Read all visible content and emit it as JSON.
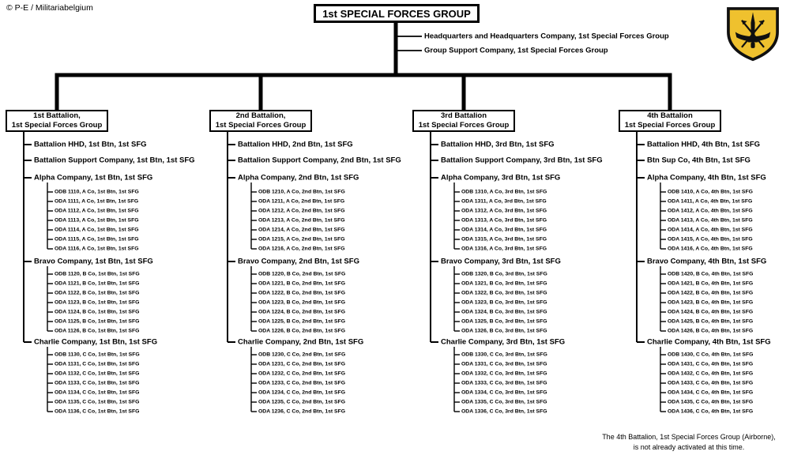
{
  "meta": {
    "copyright": "© P-E / Militariabelgium",
    "note_line1": "The 4th Battalion, 1st Special Forces Group (Airborne),",
    "note_line2": "is not already activated at this time."
  },
  "colors": {
    "flash_gold": "#EFC12E",
    "flash_border": "#101010",
    "connector": "#000000"
  },
  "root": {
    "title": "1st SPECIAL FORCES GROUP",
    "direct_units": [
      "Headquarters and Headquarters Company,  1st Special Forces Group",
      "Group Support Company,  1st Special Forces Group"
    ]
  },
  "battalions": [
    {
      "name_line1": "1st Battalion,",
      "name_line2": "1st Special Forces Group",
      "units": [
        "Battalion HHD,  1st Btn, 1st SFG",
        "Battalion Support Company, 1st Btn,  1st SFG"
      ],
      "companies": [
        {
          "name": "Alpha Company, 1st Btn,  1st SFG",
          "teams": [
            "ODB 1110, A Co, 1st Btn,  1st SFG",
            "ODA 1111, A Co, 1st Btn,  1st SFG",
            "ODA 1112, A Co, 1st Btn,  1st SFG",
            "ODA 1113, A Co, 1st Btn,  1st SFG",
            "ODA 1114, A Co, 1st Btn,  1st SFG",
            "ODA 1115, A Co, 1st Btn,  1st SFG",
            "ODA 1116, A Co, 1st Btn,  1st SFG"
          ]
        },
        {
          "name": "Bravo Company, 1st Btn,  1st SFG",
          "teams": [
            "ODB 1120, B Co, 1st Btn,  1st SFG",
            "ODA 1121, B Co, 1st Btn,  1st SFG",
            "ODA 1122, B Co, 1st Btn,  1st SFG",
            "ODA 1123, B Co, 1st Btn,  1st SFG",
            "ODA 1124, B Co, 1st Btn,  1st SFG",
            "ODA 1125, B Co, 1st Btn,  1st SFG",
            "ODA 1126, B Co, 1st Btn,  1st SFG"
          ]
        },
        {
          "name": "Charlie Company, 1st Btn,  1st SFG",
          "teams": [
            "ODB 1130, C Co, 1st Btn,  1st SFG",
            "ODA 1131, C Co, 1st Btn,  1st SFG",
            "ODA 1132, C Co, 1st Btn,  1st SFG",
            "ODA 1133, C Co, 1st Btn,  1st SFG",
            "ODA 1134, C Co, 1st Btn,  1st SFG",
            "ODA 1135, C Co, 1st Btn,  1st SFG",
            "ODA 1136, C Co, 1st Btn,  1st SFG"
          ]
        }
      ]
    },
    {
      "name_line1": "2nd Battalion,",
      "name_line2": "1st Special Forces Group",
      "units": [
        "Battalion HHD,  2nd Btn, 1st SFG",
        "Battalion Support Company, 2nd Btn,  1st SFG"
      ],
      "companies": [
        {
          "name": "Alpha Company, 2nd Btn,  1st SFG",
          "teams": [
            "ODB 1210, A Co, 2nd Btn,  1st SFG",
            "ODA 1211, A Co, 2nd Btn,  1st SFG",
            "ODA 1212, A Co, 2nd Btn,  1st SFG",
            "ODA 1213, A Co, 2nd Btn,  1st SFG",
            "ODA 1214, A Co, 2nd Btn,  1st SFG",
            "ODA 1215, A Co, 2nd Btn,  1st SFG",
            "ODA 1216, A Co, 2nd Btn,  1st SFG"
          ]
        },
        {
          "name": "Bravo Company, 2nd Btn,  1st SFG",
          "teams": [
            "ODB 1220, B Co, 2nd Btn,  1st SFG",
            "ODA 1221, B Co, 2nd Btn,  1st SFG",
            "ODA 1222, B Co, 2nd Btn,  1st SFG",
            "ODA 1223, B Co, 2nd Btn,  1st SFG",
            "ODA 1224, B Co, 2nd Btn,  1st SFG",
            "ODA 1225, B Co, 2nd Btn,  1st SFG",
            "ODA 1226, B Co, 2nd Btn,  1st SFG"
          ]
        },
        {
          "name": "Charlie Company, 2nd Btn,  1st SFG",
          "teams": [
            "ODB 1230, C Co, 2nd Btn,  1st SFG",
            "ODA 1231, C Co, 2nd Btn,  1st SFG",
            "ODA 1232, C Co, 2nd Btn,  1st SFG",
            "ODA 1233, C Co, 2nd Btn,  1st SFG",
            "ODA 1234, C Co, 2nd Btn,  1st SFG",
            "ODA 1235, C Co, 2nd Btn,  1st SFG",
            "ODA 1236, C Co, 2nd Btn,  1st SFG"
          ]
        }
      ]
    },
    {
      "name_line1": "3rd Battalion",
      "name_line2": "1st Special Forces Group",
      "units": [
        "Battalion HHD,  3rd Btn, 1st SFG",
        "Battalion Support Company, 3rd Btn,  1st SFG"
      ],
      "companies": [
        {
          "name": "Alpha Company, 3rd Btn,  1st SFG",
          "teams": [
            "ODB 1310, A Co, 3rd Btn,  1st SFG",
            "ODA 1311, A Co, 3rd Btn,  1st SFG",
            "ODA 1312, A Co, 3rd Btn,  1st SFG",
            "ODA 1313, A Co, 3rd Btn,  1st SFG",
            "ODA 1314, A Co, 3rd Btn,  1st SFG",
            "ODA 1315, A Co, 3rd Btn,  1st SFG",
            "ODA 1316, A Co, 3rd Btn,  1st SFG"
          ]
        },
        {
          "name": "Bravo Company, 3rd Btn,  1st SFG",
          "teams": [
            "ODB 1320, B Co, 3rd Btn,  1st SFG",
            "ODA 1321, B Co, 3rd Btn,  1st SFG",
            "ODA 1322, B Co, 3rd Btn,  1st SFG",
            "ODA 1323, B Co, 3rd Btn,  1st SFG",
            "ODA 1324, B Co, 3rd Btn,  1st SFG",
            "ODA 1325, B Co, 3rd Btn,  1st SFG",
            "ODA 1326, B Co, 3rd Btn,  1st SFG"
          ]
        },
        {
          "name": "Charlie Company, 3rd Btn,  1st SFG",
          "teams": [
            "ODB 1330, C Co, 3rd Btn,  1st SFG",
            "ODA 1331, C Co, 3rd Btn,  1st SFG",
            "ODA 1332, C Co, 3rd Btn,  1st SFG",
            "ODA 1333, C Co, 3rd Btn,  1st SFG",
            "ODA 1334, C Co, 3rd Btn,  1st SFG",
            "ODA 1335, C Co, 3rd Btn,  1st SFG",
            "ODA 1336, C Co, 3rd Btn,  1st SFG"
          ]
        }
      ]
    },
    {
      "name_line1": "4th Battalion",
      "name_line2": "1st Special Forces Group",
      "units": [
        "Battalion HHD,  4th Btn, 1st SFG",
        "Btn Sup Co, 4th Btn,  1st SFG"
      ],
      "companies": [
        {
          "name": "Alpha Company, 4th Btn,  1st SFG",
          "teams": [
            "ODB 1410, A Co, 4th Btn,  1st SFG",
            "ODA 1411, A Co, 4th Btn,  1st SFG",
            "ODA 1412, A Co, 4th Btn,  1st SFG",
            "ODA 1413, A Co, 4th Btn,  1st SFG",
            "ODA 1414, A Co, 4th Btn,  1st SFG",
            "ODA 1415, A Co, 4th Btn,  1st SFG",
            "ODA 1416, A Co, 4th Btn,  1st SFG"
          ]
        },
        {
          "name": "Bravo Company, 4th Btn,  1st SFG",
          "teams": [
            "ODB 1420, B Co, 4th Btn,  1st SFG",
            "ODA 1421, B Co, 4th Btn,  1st SFG",
            "ODA 1422, B Co, 4th Btn,  1st SFG",
            "ODA 1423, B Co, 4th Btn,  1st SFG",
            "ODA 1424, B Co, 4th Btn,  1st SFG",
            "ODA 1425, B Co, 4th Btn,  1st SFG",
            "ODA 1426, B Co, 4th Btn,  1st SFG"
          ]
        },
        {
          "name": "Charlie Company, 4th Btn,  1st SFG",
          "teams": [
            "ODB 1430, C Co, 4th Btn,  1st SFG",
            "ODA 1431, C Co, 4th Btn,  1st SFG",
            "ODA 1432, C Co, 4th Btn,  1st SFG",
            "ODA 1433, C Co, 4th Btn,  1st SFG",
            "ODA 1434, C Co, 4th Btn,  1st SFG",
            "ODA 1435, C Co, 4th Btn,  1st SFG",
            "ODA 1436, C Co, 4th Btn,  1st SFG"
          ]
        }
      ]
    }
  ]
}
